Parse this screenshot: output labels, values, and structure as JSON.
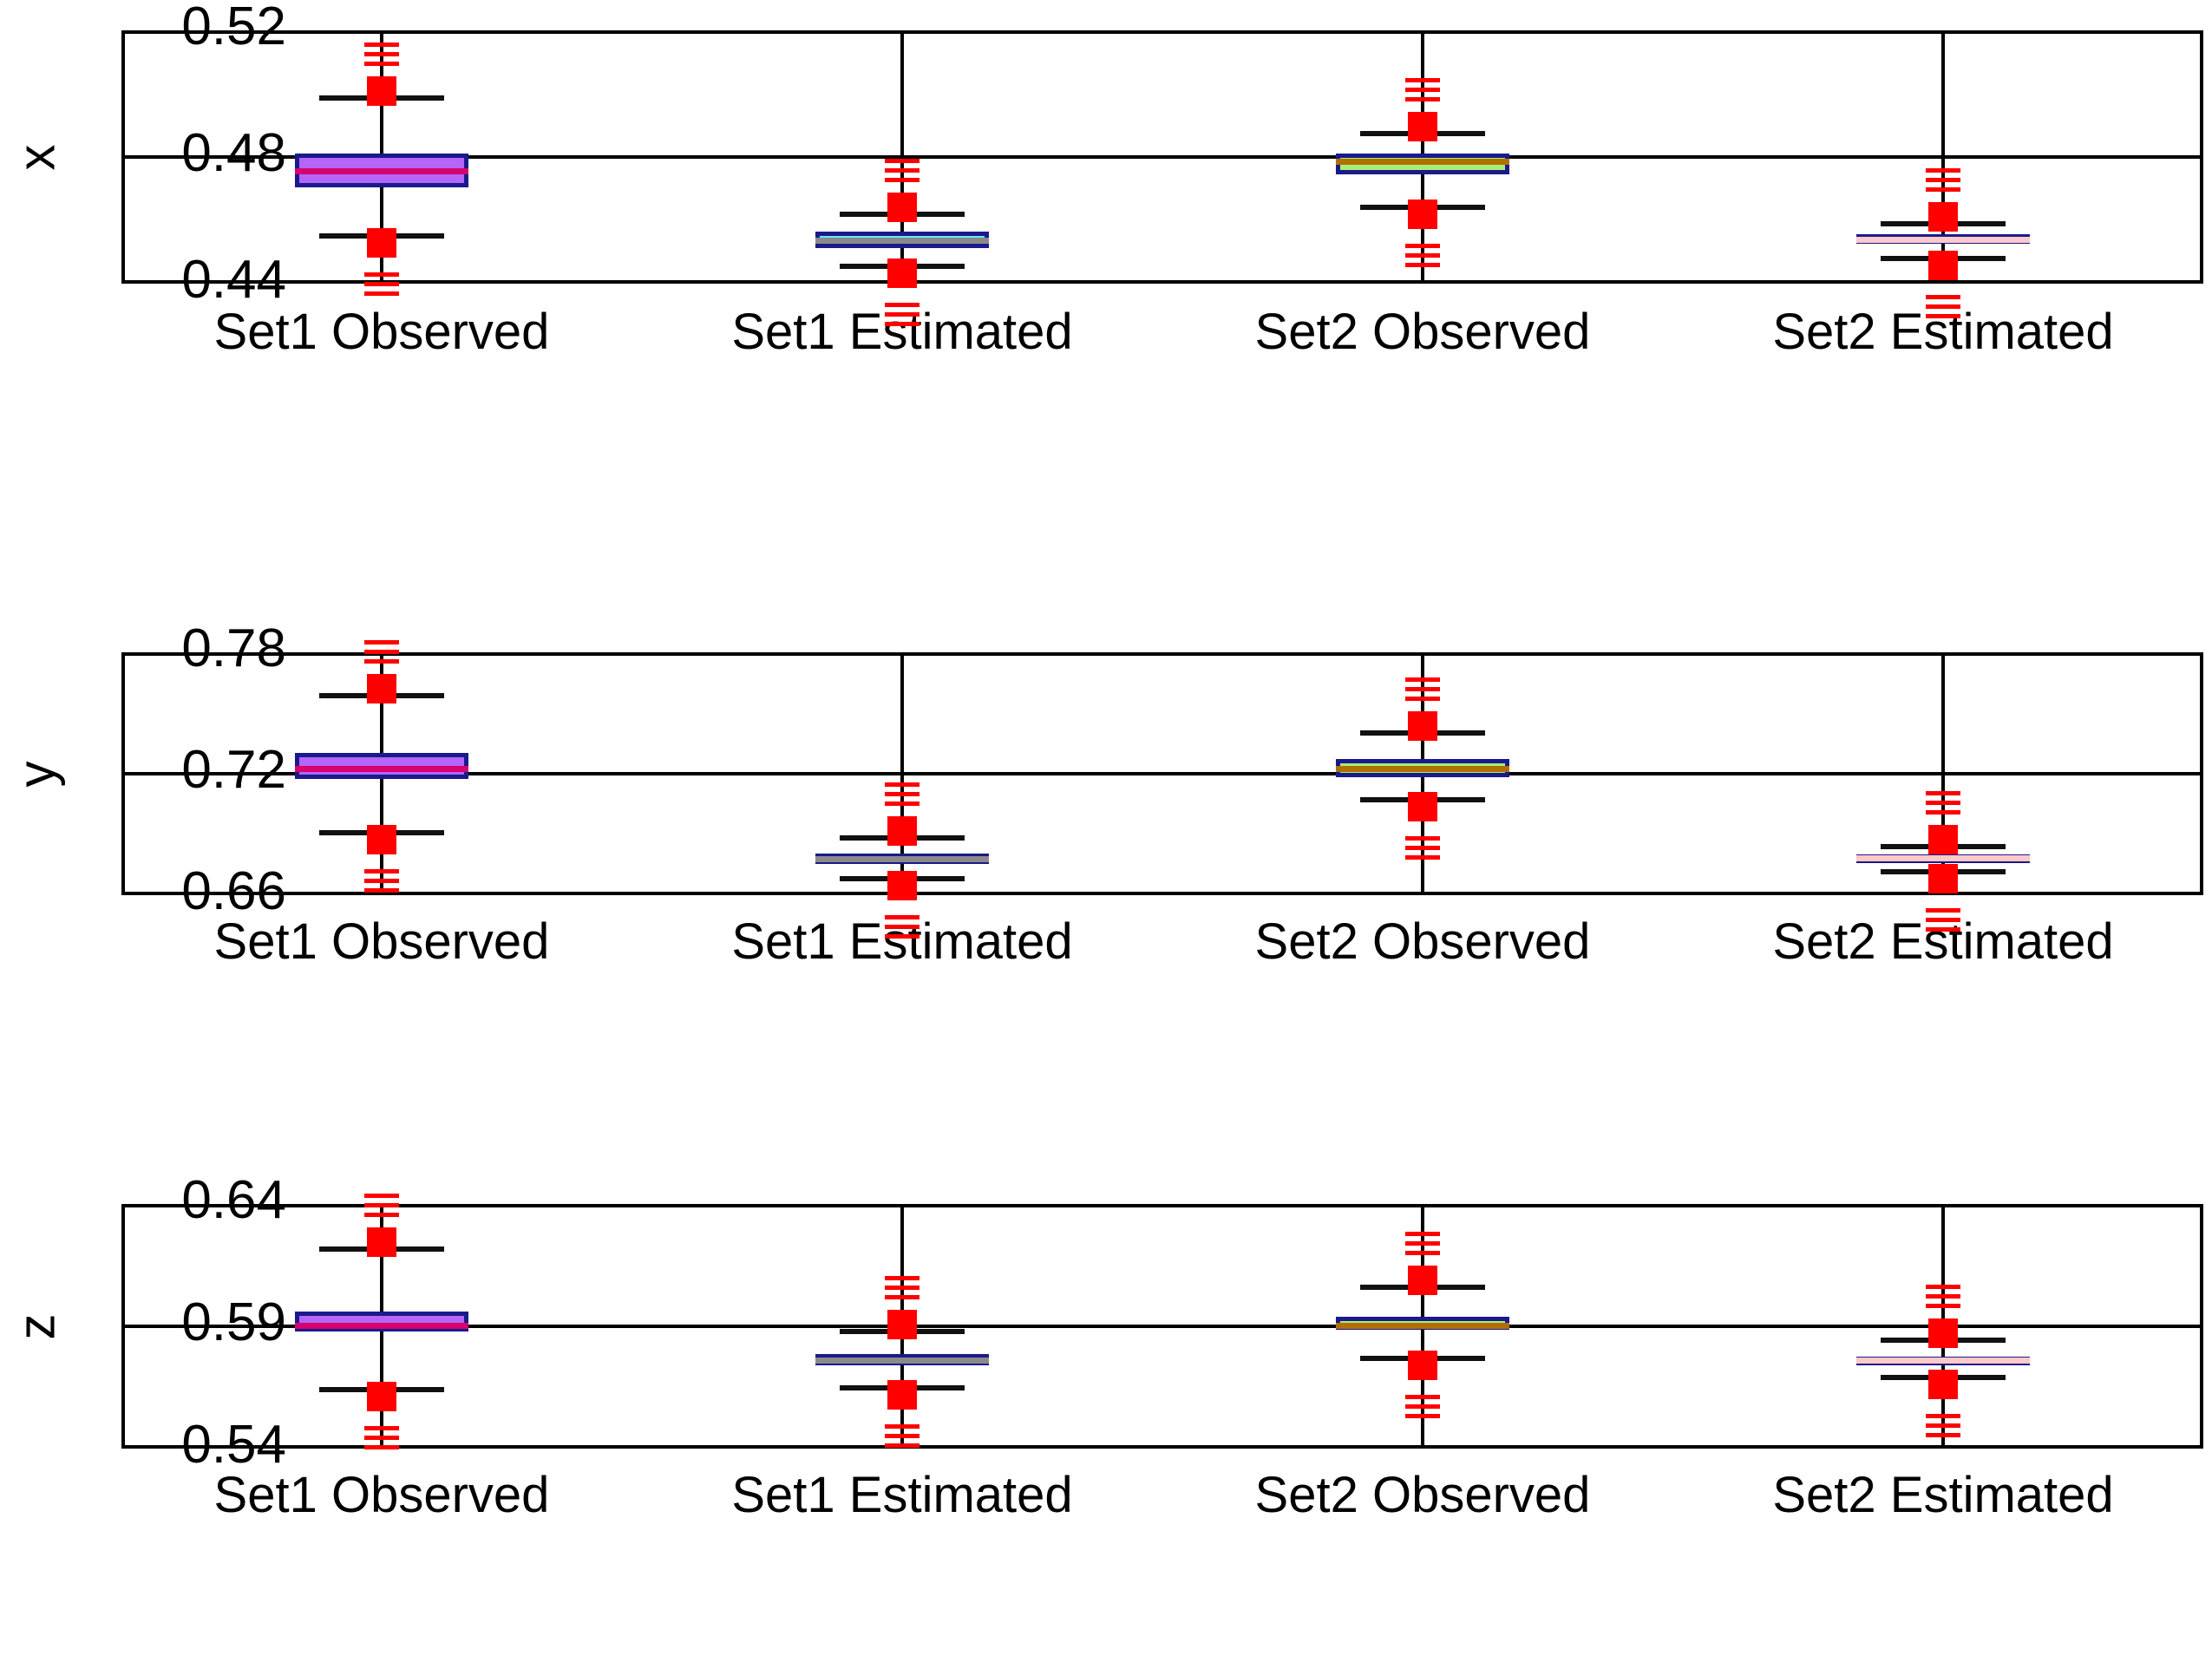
{
  "chart_data": {
    "type": "box",
    "title": "",
    "xlabel": "",
    "categories": [
      "Set1 Observed",
      "Set1 Estimated",
      "Set2 Observed",
      "Set2 Estimated"
    ],
    "category_colors": [
      "#b366f7",
      "#66e8f5",
      "#a8ef74",
      "#fb0d16"
    ],
    "box_edge_color": "#1a1a8c",
    "outlier_color": "#ff0000",
    "grid": true,
    "legend": false,
    "panels": [
      {
        "ylabel": "x",
        "ylim": [
          0.44,
          0.52
        ],
        "yticks": [
          0.44,
          0.48,
          0.52
        ],
        "ytick_labels": [
          "0.44",
          "0.48",
          "0.52"
        ],
        "boxes": [
          {
            "category": "Set1 Observed",
            "color": "#b366f7",
            "median": 0.4755,
            "q1": 0.4705,
            "q3": 0.4812,
            "whisker_low": 0.455,
            "whisker_high": 0.4985,
            "outlier_cluster_high": 0.5,
            "outlier_cluster_low": 0.453
          },
          {
            "category": "Set1 Estimated",
            "color": "#66e8f5",
            "median": 0.4538,
            "q1": 0.4512,
            "q3": 0.4565,
            "whisker_low": 0.4455,
            "whisker_high": 0.462,
            "outlier_cluster_high": 0.463,
            "outlier_cluster_low": 0.4442
          },
          {
            "category": "Set2 Observed",
            "color": "#a8ef74",
            "median": 0.4785,
            "q1": 0.4745,
            "q3": 0.4812,
            "whisker_low": 0.464,
            "whisker_high": 0.4875,
            "outlier_cluster_high": 0.4895,
            "outlier_cluster_low": 0.4632
          },
          {
            "category": "Set2 Estimated",
            "color": "#fb0d16",
            "median": 0.454,
            "q1": 0.4525,
            "q3": 0.4555,
            "whisker_low": 0.448,
            "whisker_high": 0.459,
            "outlier_cluster_high": 0.4595,
            "outlier_cluster_low": 0.4476
          }
        ]
      },
      {
        "ylabel": "y",
        "ylim": [
          0.66,
          0.78
        ],
        "yticks": [
          0.66,
          0.72,
          0.78
        ],
        "ytick_labels": [
          "0.66",
          "0.72",
          "0.78"
        ],
        "boxes": [
          {
            "category": "Set1 Observed",
            "color": "#b366f7",
            "median": 0.7225,
            "q1": 0.7175,
            "q3": 0.7305,
            "whisker_low": 0.691,
            "whisker_high": 0.7585,
            "outlier_cluster_high": 0.7605,
            "outlier_cluster_low": 0.688
          },
          {
            "category": "Set1 Estimated",
            "color": "#66e8f5",
            "median": 0.678,
            "q1": 0.6755,
            "q3": 0.6805,
            "whisker_low": 0.668,
            "whisker_high": 0.6885,
            "outlier_cluster_high": 0.69,
            "outlier_cluster_low": 0.666
          },
          {
            "category": "Set2 Observed",
            "color": "#a8ef74",
            "median": 0.7225,
            "q1": 0.7185,
            "q3": 0.7275,
            "whisker_low": 0.707,
            "whisker_high": 0.74,
            "outlier_cluster_high": 0.742,
            "outlier_cluster_low": 0.7055
          },
          {
            "category": "Set2 Estimated",
            "color": "#fb0d16",
            "median": 0.6785,
            "q1": 0.677,
            "q3": 0.68,
            "whisker_low": 0.6715,
            "whisker_high": 0.684,
            "outlier_cluster_high": 0.685,
            "outlier_cluster_low": 0.6705
          }
        ]
      },
      {
        "ylabel": "z",
        "ylim": [
          0.54,
          0.64
        ],
        "yticks": [
          0.54,
          0.59,
          0.64
        ],
        "ytick_labels": [
          "0.54",
          "0.59",
          "0.64"
        ],
        "boxes": [
          {
            "category": "Set1 Observed",
            "color": "#b366f7",
            "median": 0.5905,
            "q1": 0.588,
            "q3": 0.596,
            "whisker_low": 0.564,
            "whisker_high": 0.6215,
            "outlier_cluster_high": 0.625,
            "outlier_cluster_low": 0.562
          },
          {
            "category": "Set1 Estimated",
            "color": "#66e8f5",
            "median": 0.576,
            "q1": 0.574,
            "q3": 0.5785,
            "whisker_low": 0.565,
            "whisker_high": 0.588,
            "outlier_cluster_high": 0.5885,
            "outlier_cluster_low": 0.5625
          },
          {
            "category": "Set2 Observed",
            "color": "#a8ef74",
            "median": 0.5905,
            "q1": 0.5885,
            "q3": 0.594,
            "whisker_low": 0.577,
            "whisker_high": 0.606,
            "outlier_cluster_high": 0.6075,
            "outlier_cluster_low": 0.575
          },
          {
            "category": "Set2 Estimated",
            "color": "#fb0d16",
            "median": 0.576,
            "q1": 0.575,
            "q3": 0.5775,
            "whisker_low": 0.569,
            "whisker_high": 0.5845,
            "outlier_cluster_high": 0.5855,
            "outlier_cluster_low": 0.5682
          }
        ]
      }
    ]
  }
}
